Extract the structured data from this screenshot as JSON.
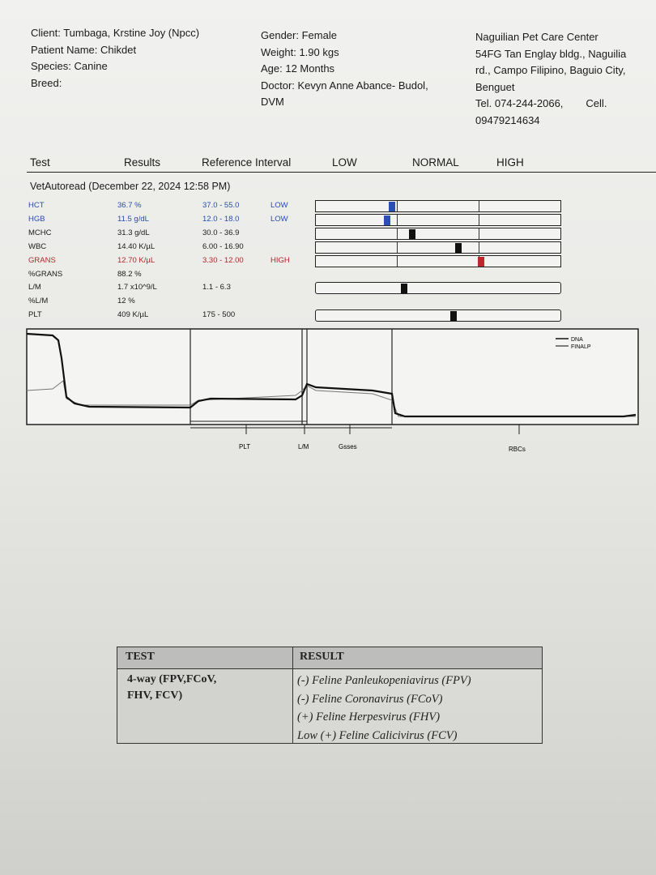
{
  "client": {
    "client_line": "Client: Tumbaga, Krstine Joy (Npcc)",
    "patient_line": "Patient Name: Chikdet",
    "species_line": "Species: Canine",
    "breed_line": "Breed:"
  },
  "patient": {
    "gender_line": "Gender: Female",
    "weight_line": "Weight: 1.90 kgs",
    "age_line": "Age: 12 Months",
    "doctor_line1": "Doctor: Kevyn Anne Abance- Budol,",
    "doctor_line2": "DVM"
  },
  "clinic": {
    "name": "Naguilian Pet Care Center",
    "addr1": "54FG Tan Englay bldg., Naguilia",
    "addr2": "rd., Campo Filipino, Baguio City,",
    "addr3": "Benguet",
    "tel": "Tel. 074-244-2066,",
    "cell_label": "Cell.",
    "cell": "09479214634"
  },
  "columns": {
    "test": "Test",
    "results": "Results",
    "reference": "Reference Interval",
    "low": "LOW",
    "normal": "NORMAL",
    "high": "HIGH"
  },
  "autoread": "VetAutoread (December 22, 2024 12:58 PM)",
  "rows": [
    {
      "test": "HCT",
      "result": "36.7 %",
      "ref": "37.0 - 55.0",
      "flag": "LOW",
      "status": "low",
      "pos": 0.31
    },
    {
      "test": "HGB",
      "result": "11.5 g/dL",
      "ref": "12.0 - 18.0",
      "flag": "LOW",
      "status": "low",
      "pos": 0.29
    },
    {
      "test": "MCHC",
      "result": "31.3 g/dL",
      "ref": "30.0 - 36.9",
      "flag": "",
      "status": "normal",
      "pos": 0.39
    },
    {
      "test": "WBC",
      "result": "14.40 K/µL",
      "ref": "6.00 - 16.90",
      "flag": "",
      "status": "normal",
      "pos": 0.58
    },
    {
      "test": "GRANS",
      "result": "12.70 K/µL",
      "ref": "3.30 - 12.00",
      "flag": "HIGH",
      "status": "high",
      "pos": 0.67
    },
    {
      "test": "%GRANS",
      "result": "88.2 %",
      "ref": "",
      "flag": "",
      "status": "none",
      "pos": null
    },
    {
      "test": "L/M",
      "result": "1.7 x10^9/L",
      "ref": "1.1 - 6.3",
      "flag": "",
      "status": "normal",
      "pos": 0.36
    },
    {
      "test": "%L/M",
      "result": "12 %",
      "ref": "",
      "flag": "",
      "status": "none",
      "pos": null
    },
    {
      "test": "PLT",
      "result": "409 K/µL",
      "ref": "175 - 500",
      "flag": "",
      "status": "normal",
      "pos": 0.56
    }
  ],
  "histogram": {
    "legend": [
      "DNA",
      "FINALP"
    ],
    "labels": [
      "PLT",
      "L/M",
      "Gsses",
      "RBCs"
    ]
  },
  "test_table": {
    "head_test": "TEST",
    "head_result": "RESULT",
    "test_name_line1": "4-way (FPV,FCoV,",
    "test_name_line2": "FHV, FCV)",
    "results": [
      "(-) Feline Panleukopeniavirus (FPV)",
      "(-) Feline Coronavirus (FCoV)",
      "(+) Feline Herpesvirus (FHV)",
      "Low (+) Feline Calicivirus (FCV)"
    ]
  },
  "colors": {
    "low": "#2b4fb5",
    "high": "#c0272d",
    "normal": "#111111"
  }
}
